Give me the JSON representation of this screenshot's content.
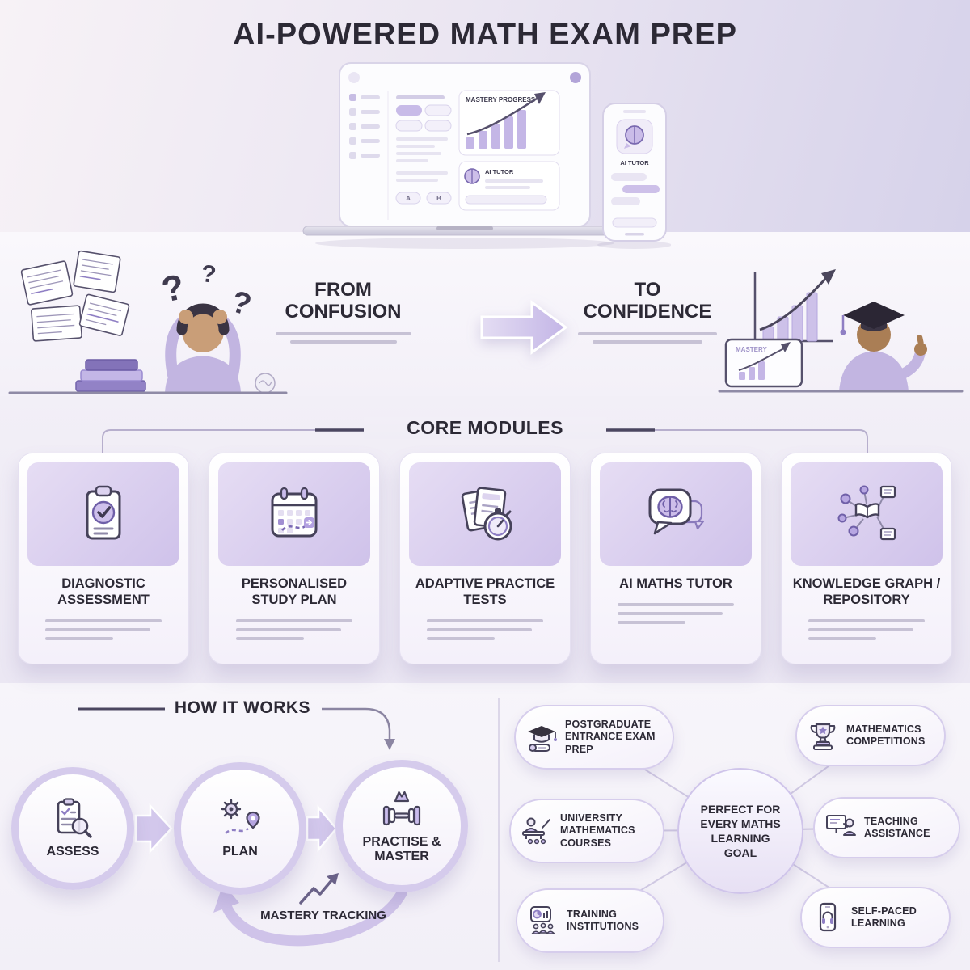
{
  "page": {
    "title": "AI-POWERED MATH EXAM PREP"
  },
  "hero": {
    "laptop": {
      "mastery_panel_label": "MASTERY PROGRESS",
      "tutor_panel_label": "AI TUTOR",
      "option_a": "A",
      "option_b": "B"
    },
    "phone": {
      "app_label": "AI TUTOR"
    }
  },
  "journey": {
    "from_label": "FROM CONFUSION",
    "to_label": "TO CONFIDENCE",
    "tablet_label": "MASTERY"
  },
  "core_modules": {
    "heading": "CORE MODULES",
    "cards": [
      {
        "title": "DIAGNOSTIC ASSESSMENT",
        "icon": "clipboard-check-icon"
      },
      {
        "title": "PERSONALISED STUDY PLAN",
        "icon": "calendar-plan-icon"
      },
      {
        "title": "ADAPTIVE PRACTICE TESTS",
        "icon": "papers-stopwatch-icon"
      },
      {
        "title": "AI MATHS TUTOR",
        "icon": "brain-chat-icon"
      },
      {
        "title": "KNOWLEDGE GRAPH / REPOSITORY",
        "icon": "knowledge-graph-icon"
      }
    ]
  },
  "how_it_works": {
    "heading": "HOW IT WORKS",
    "steps": [
      {
        "label": "ASSESS",
        "icon": "clipboard-magnifier-icon"
      },
      {
        "label": "PLAN",
        "icon": "gear-route-icon"
      },
      {
        "label": "PRACTISE & MASTER",
        "icon": "dumbbell-crown-icon"
      }
    ],
    "loop_label": "MASTERY TRACKING"
  },
  "learning_goals": {
    "center_label": "PERFECT FOR EVERY MATHS LEARNING GOAL",
    "items": [
      {
        "label": "POSTGRADUATE ENTRANCE EXAM PREP",
        "icon": "graduation-scroll-icon"
      },
      {
        "label": "MATHEMATICS COMPETITIONS",
        "icon": "trophy-icon"
      },
      {
        "label": "UNIVERSITY MATHEMATICS COURSES",
        "icon": "lecturer-icon"
      },
      {
        "label": "TEACHING ASSISTANCE",
        "icon": "teaching-board-icon"
      },
      {
        "label": "TRAINING INSTITUTIONS",
        "icon": "training-chart-icon"
      },
      {
        "label": "SELF-PACED LEARNING",
        "icon": "phone-learning-icon"
      }
    ]
  },
  "colors": {
    "accent": "#8f7fc4",
    "icon_stroke": "#46425a",
    "panel": "#d9cfee",
    "text": "#2c2935",
    "placeholder_line": "#c7c2d5"
  }
}
